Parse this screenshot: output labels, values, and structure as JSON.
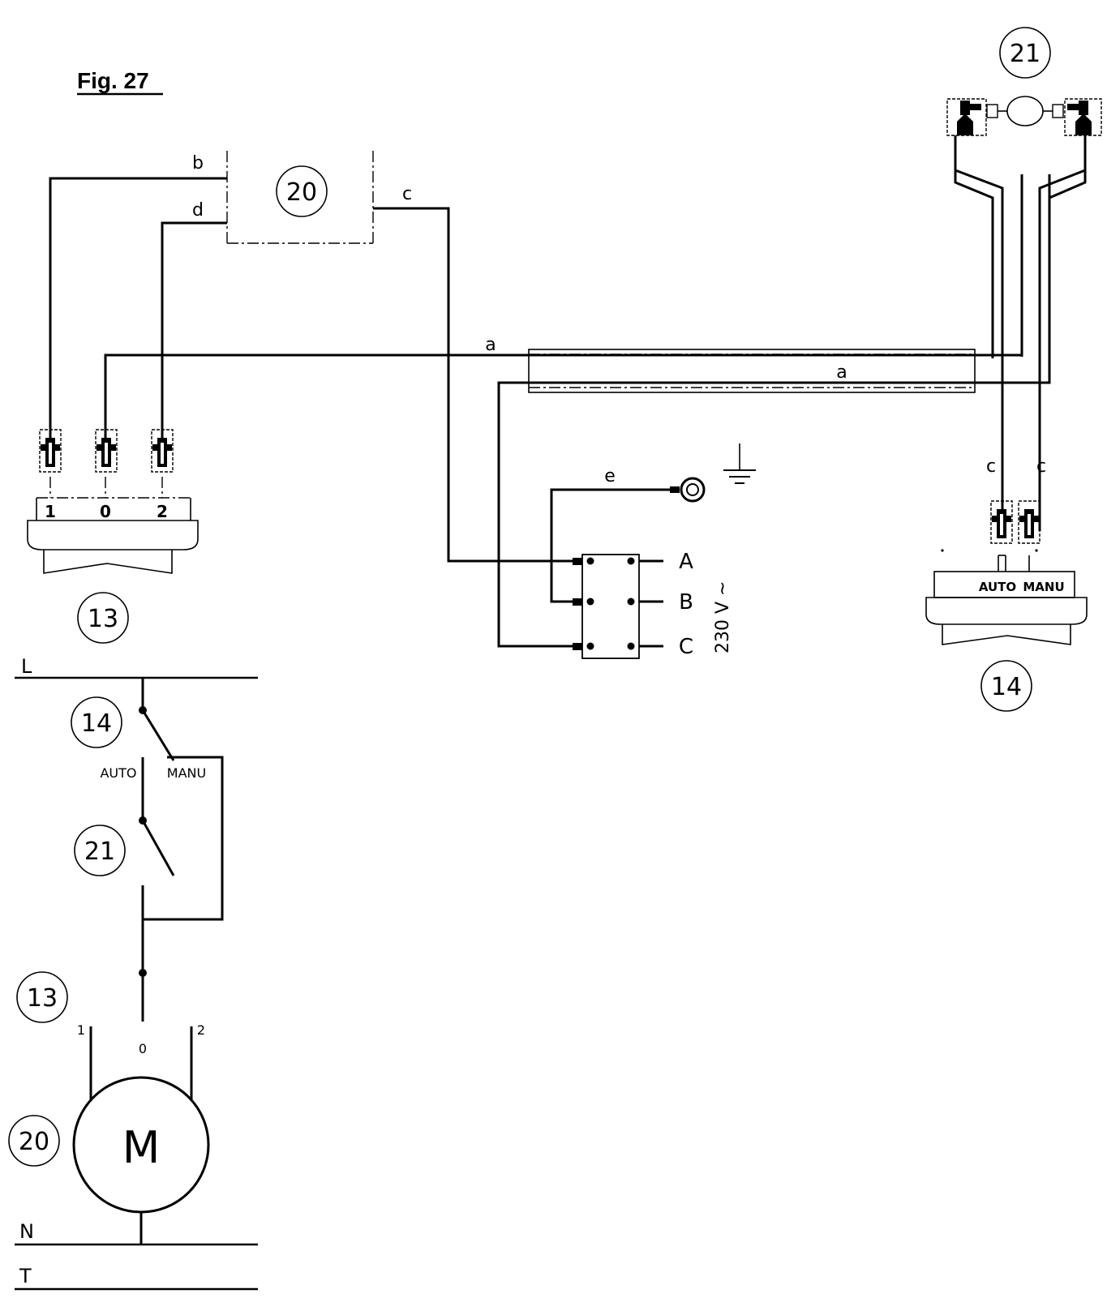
{
  "figure_title": "Fig. 27",
  "callouts": {
    "motor_20": "20",
    "switch_21": "21",
    "selector_13": "13",
    "selector_14": "14",
    "schematic_14": "14",
    "schematic_21": "21",
    "schematic_13": "13",
    "schematic_20": "20"
  },
  "wire_labels": {
    "b": "b",
    "d": "d",
    "c_motor": "c",
    "a_top": "a",
    "a_bottom": "a",
    "c_left": "c",
    "c_right": "c",
    "e": "e"
  },
  "selector_13_positions": [
    "1",
    "0",
    "2"
  ],
  "selector_14_positions": [
    "AUTO",
    "MANU"
  ],
  "terminal_labels": [
    "A",
    "B",
    "C"
  ],
  "voltage": "230 V ~",
  "schematic": {
    "line_L": "L",
    "line_N": "N",
    "line_T": "T",
    "auto": "AUTO",
    "manu": "MANU",
    "pos_1": "1",
    "pos_0": "0",
    "pos_2": "2",
    "motor": "M"
  }
}
